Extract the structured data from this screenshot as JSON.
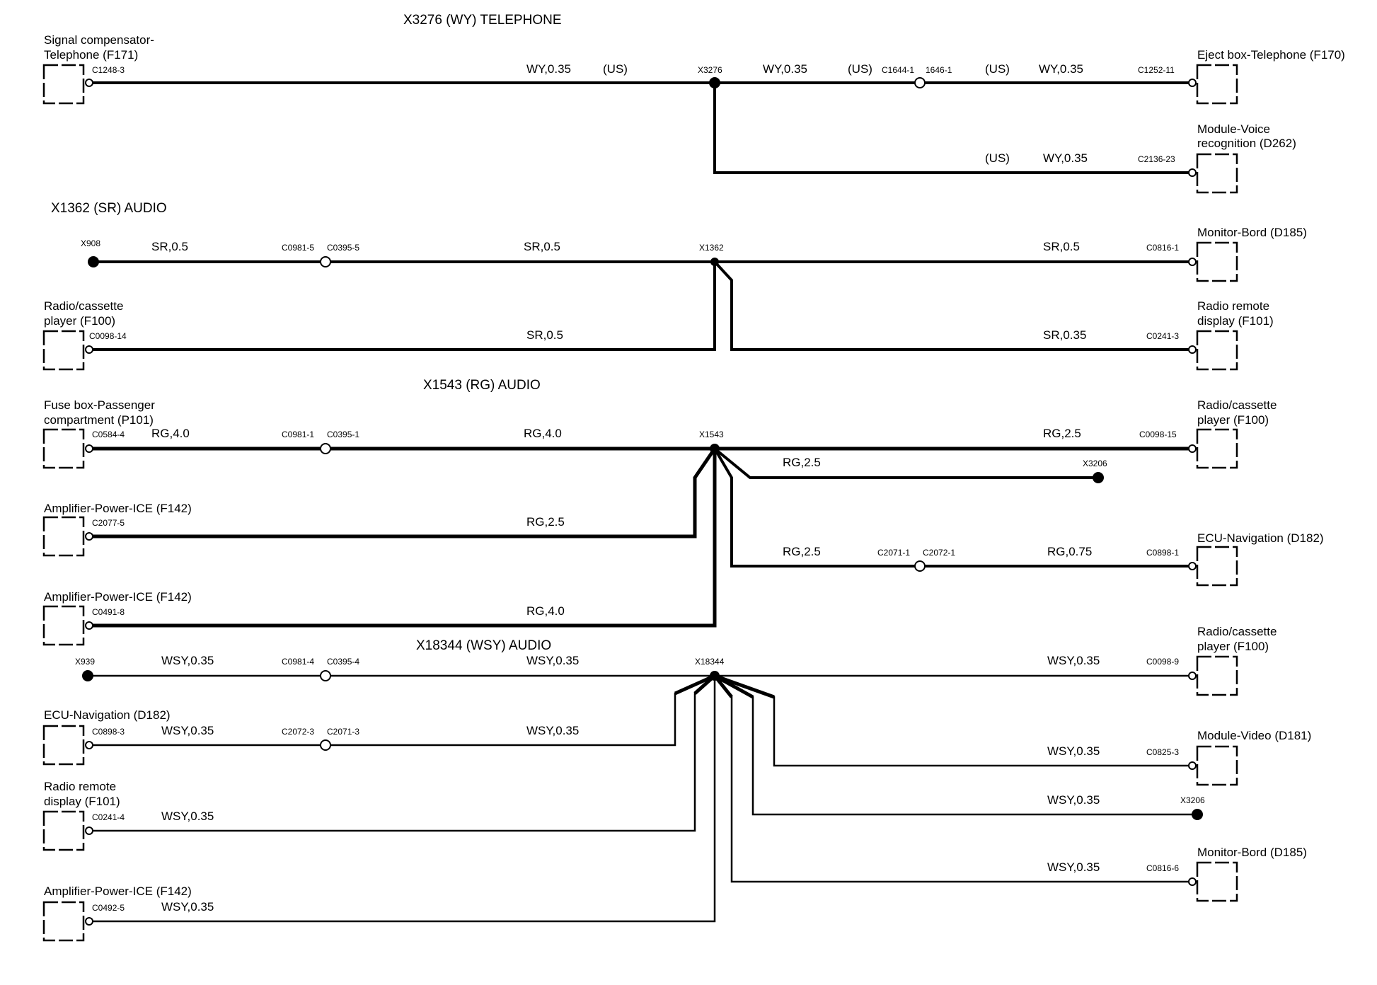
{
  "circuits": {
    "x3276": {
      "title": "X3276 (WY)  TELEPHONE",
      "components": {
        "signal_comp_1": "Signal compensator-",
        "signal_comp_2": "Telephone (F171)",
        "eject_box": "Eject box-Telephone (F170)",
        "voice_rec_1": "Module-Voice",
        "voice_rec_2": "recognition (D262)"
      },
      "connectors": {
        "c1248": "C1248-3",
        "c1644": "C1644-1",
        "c1646": "1646-1",
        "c1252": "C1252-11",
        "c2136": "C2136-23"
      },
      "splice": "X3276",
      "wires": {
        "wy035": "WY,0.35",
        "us": "(US)"
      }
    },
    "x1362": {
      "title": "X1362 (SR)  AUDIO",
      "components": {
        "monitor_bord": "Monitor-Bord (D185)",
        "radio_cass_1": "Radio/cassette",
        "radio_cass_2": "player (F100)",
        "radio_remote_1": "Radio remote",
        "radio_remote_2": "display (F101)"
      },
      "connectors": {
        "c0981": "C0981-5",
        "c0395": "C0395-5",
        "c0816": "C0816-1",
        "c0098": "C0098-14",
        "c0241": "C0241-3"
      },
      "nodes": {
        "x908": "X908",
        "splice": "X1362"
      },
      "wires": {
        "sr05": "SR,0.5",
        "sr035": "SR,0.35"
      }
    },
    "x1543": {
      "title": "X1543 (RG)  AUDIO",
      "components": {
        "fuse_box_1": "Fuse box-Passenger",
        "fuse_box_2": "compartment (P101)",
        "radio_cass_1": "Radio/cassette",
        "radio_cass_2": "player (F100)",
        "amp_power": "Amplifier-Power-ICE (F142)",
        "ecu_nav": "ECU-Navigation (D182)"
      },
      "connectors": {
        "c0584": "C0584-4",
        "c0981": "C0981-1",
        "c0395": "C0395-1",
        "c0098": "C0098-15",
        "c2077": "C2077-5",
        "c2071": "C2071-1",
        "c2072": "C2072-1",
        "c0898": "C0898-1",
        "c0491": "C0491-8"
      },
      "nodes": {
        "splice": "X1543",
        "x3206": "X3206"
      },
      "wires": {
        "rg40": "RG,4.0",
        "rg25": "RG,2.5",
        "rg075": "RG,0.75"
      }
    },
    "x18344": {
      "title": "X18344 (WSY)  AUDIO",
      "components": {
        "radio_cass_1": "Radio/cassette",
        "radio_cass_2": "player (F100)",
        "ecu_nav": "ECU-Navigation (D182)",
        "module_video": "Module-Video (D181)",
        "radio_remote_1": "Radio remote",
        "radio_remote_2": "display (F101)",
        "monitor_bord": "Monitor-Bord (D185)",
        "amp_power": "Amplifier-Power-ICE (F142)"
      },
      "connectors": {
        "c0981": "C0981-4",
        "c0395": "C0395-4",
        "c0098": "C0098-9",
        "c0898": "C0898-3",
        "c2072": "C2072-3",
        "c2071": "C2071-3",
        "c0825": "C0825-3",
        "c0241": "C0241-4",
        "c0816": "C0816-6",
        "c0492": "C0492-5"
      },
      "nodes": {
        "x939": "X939",
        "splice": "X18344",
        "x3206": "X3206"
      },
      "wires": {
        "wsy035": "WSY,0.35"
      }
    }
  },
  "colors": {
    "ink": "#000000",
    "paper": "#ffffff"
  }
}
